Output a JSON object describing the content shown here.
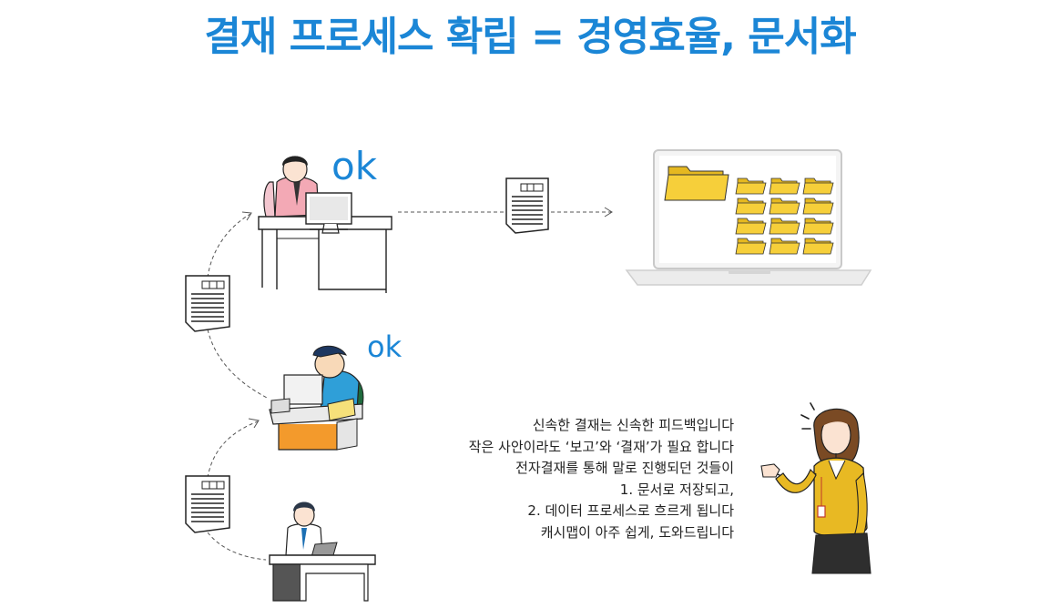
{
  "title": "결재 프로세스 확립 = 경영효율, 문서화",
  "approvals": {
    "executive": "ok",
    "manager": "ok"
  },
  "description": [
    "신속한 결재는 신속한 피드백입니다",
    "작은 사안이라도 ‘보고’와 ‘결재’가 필요 합니다",
    "전자결재를 통해 말로 진행되던 것들이",
    "1. 문서로 저장되고,",
    "2. 데이터 프로세스로 흐르게 됩니다",
    "캐시맵이 아주 쉽게, 도와드립니다"
  ],
  "colors": {
    "accent": "#1b86d6",
    "folder": "#f6cf3a",
    "desk_orange": "#f39a2c",
    "jacket_yellow": "#e8b923"
  }
}
